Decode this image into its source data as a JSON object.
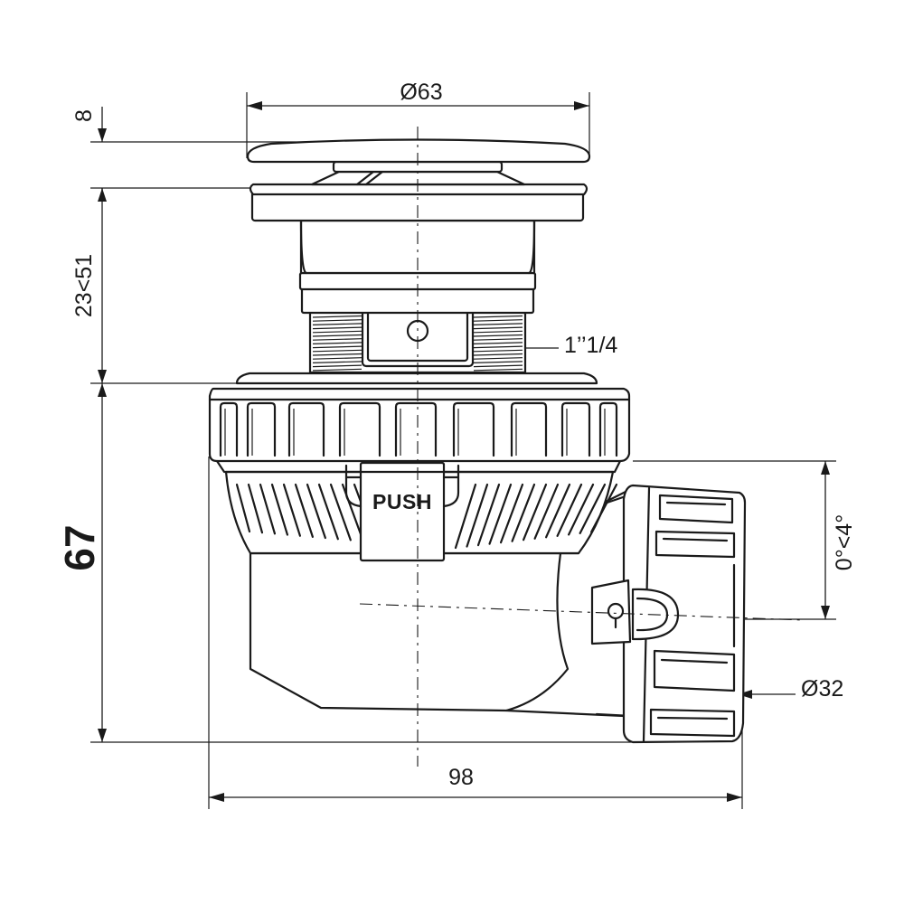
{
  "dimensions": {
    "diameter_top": "Ø63",
    "cap_height": "8",
    "adjust_range": "23<51",
    "thread": "1’’1/4",
    "body_height": "67",
    "outlet_angle": "0°<4°",
    "outlet_diameter": "Ø32",
    "overall_width": "98"
  },
  "labels": {
    "push_button": "PUSH"
  }
}
